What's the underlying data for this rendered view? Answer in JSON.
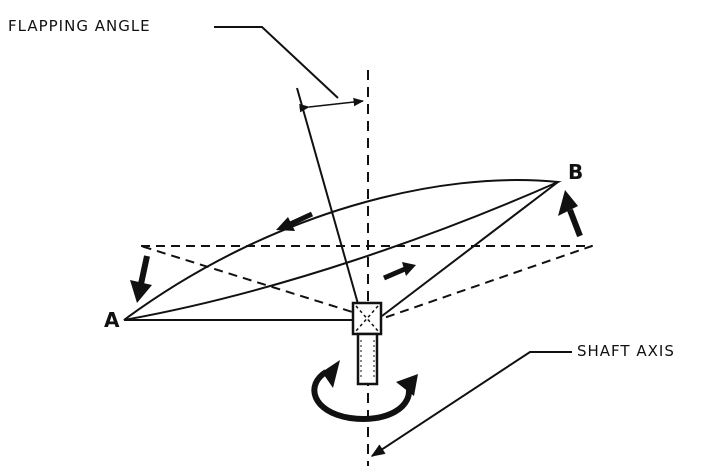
{
  "labels": {
    "flapping_angle": "FLAPPING ANGLE",
    "shaft_axis": "SHAFT AXIS",
    "point_a": "A",
    "point_b": "B"
  },
  "colors": {
    "ink": "#111111",
    "background": "#ffffff"
  }
}
